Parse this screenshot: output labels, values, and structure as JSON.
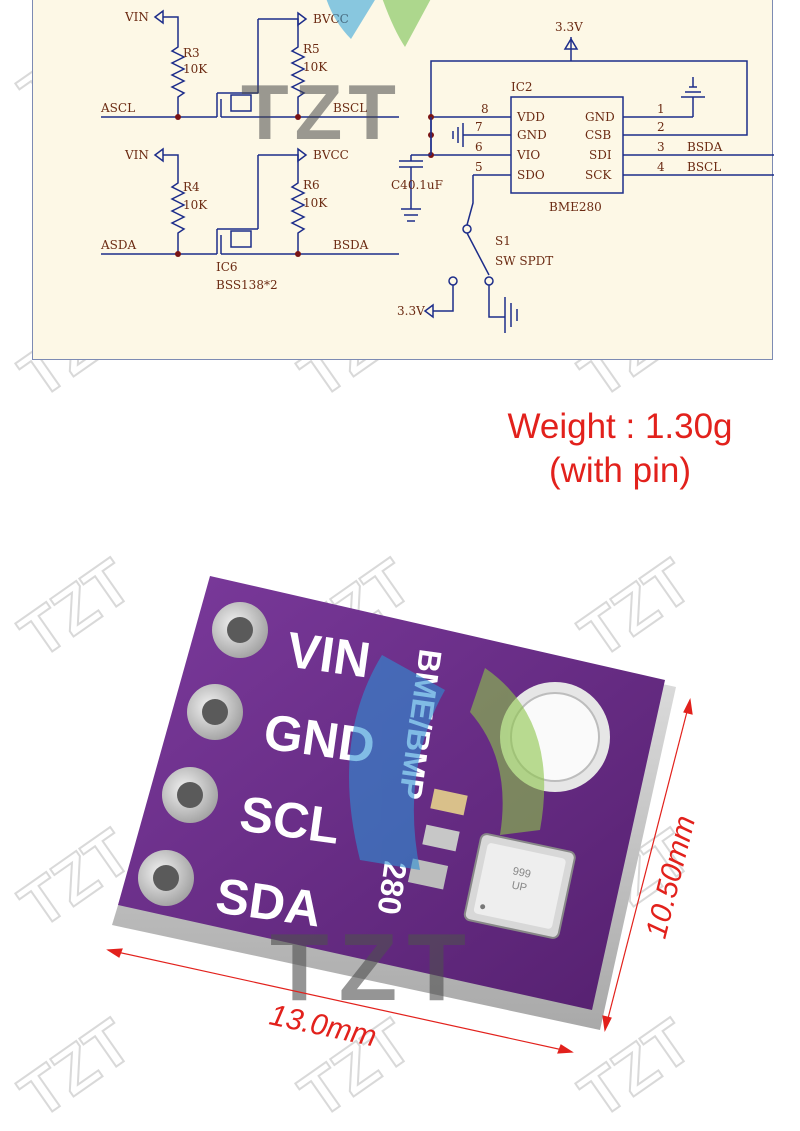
{
  "brand": {
    "watermark_text": "TZT"
  },
  "schematic": {
    "power_labels": {
      "vin_top": "VIN",
      "vin_bottom": "VIN",
      "bvcc_top": "BVCC",
      "bvcc_bottom": "BVCC",
      "v33_top": "3.3V",
      "v33_bottom": "3.3V"
    },
    "resistors": [
      {
        "ref": "R3",
        "value": "10K"
      },
      {
        "ref": "R5",
        "value": "10K"
      },
      {
        "ref": "R4",
        "value": "10K"
      },
      {
        "ref": "R6",
        "value": "10K"
      }
    ],
    "nets": {
      "ascl": "ASCL",
      "bscl": "BSCL",
      "asda": "ASDA",
      "bsda": "BSDA",
      "bsda_right": "BSDA",
      "bscl_right": "BSCL"
    },
    "mosfet": {
      "ref": "IC6",
      "part": "BSS138*2"
    },
    "capacitor": {
      "label": "C40.1uF"
    },
    "ic": {
      "ref": "IC2",
      "name": "BME280",
      "left_pins": [
        {
          "num": "8",
          "name": "VDD"
        },
        {
          "num": "7",
          "name": "GND"
        },
        {
          "num": "6",
          "name": "VIO"
        },
        {
          "num": "5",
          "name": "SDO"
        }
      ],
      "right_pins": [
        {
          "num": "1",
          "name": "GND"
        },
        {
          "num": "2",
          "name": "CSB"
        },
        {
          "num": "3",
          "name": "SDI"
        },
        {
          "num": "4",
          "name": "SCK"
        }
      ]
    },
    "switch": {
      "ref": "S1",
      "part": "SW SPDT"
    }
  },
  "weight": {
    "line1": "Weight : 1.30g",
    "line2": "(with pin)"
  },
  "board": {
    "pin_labels": [
      "VIN",
      "GND",
      "SCL",
      "SDA"
    ],
    "silkscreen_line1": "BME/BMP",
    "silkscreen_line2": "280",
    "sensor_marking": "999",
    "sensor_marking2": "UP"
  },
  "dimensions": {
    "width": "13.0mm",
    "height": "10.50mm"
  },
  "colors": {
    "pcb": "#6a2a86",
    "dimension_red": "#e2211c",
    "schematic_bg": "#fdf8e6",
    "wire_blue": "#1d2d8a",
    "text_brown": "#6b2a12"
  }
}
